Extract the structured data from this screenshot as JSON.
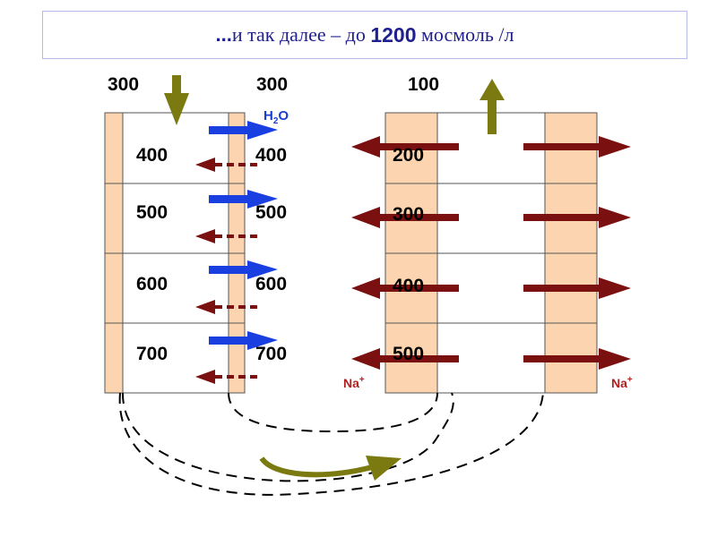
{
  "title": {
    "dots": "...",
    "text1": "и так далее – до ",
    "number": "1200",
    "text2": " мосмоль /л"
  },
  "left_tube": {
    "top_in": "300",
    "top_out": "300",
    "inner_values": [
      "400",
      "500",
      "600",
      "700"
    ],
    "outer_values": [
      "400",
      "500",
      "600",
      "700"
    ],
    "water_label": "H",
    "water_sub": "2",
    "water_o": "O"
  },
  "right_tube": {
    "top_out": "100",
    "values": [
      "200",
      "300",
      "400",
      "500"
    ],
    "na_left": "Na",
    "na_right": "Na",
    "na_sup": "+"
  },
  "colors": {
    "tube_wall": "#fcd5b0",
    "water_arrow": "#1a3fe0",
    "solute_arrow": "#7a1010",
    "flow_arrow": "#7a7a10",
    "title_text": "#1f1f8f"
  }
}
